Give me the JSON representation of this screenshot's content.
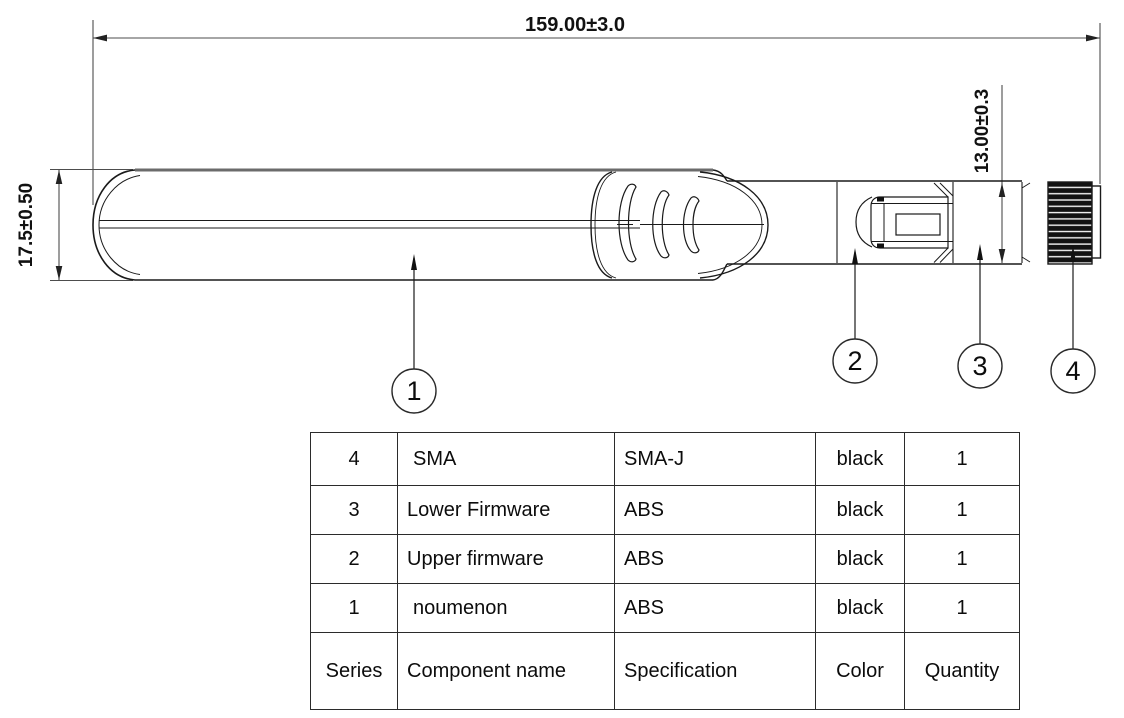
{
  "drawing": {
    "dims": {
      "overall_length": "159.00±3.0",
      "body_height": "17.5±0.50",
      "connector_height": "13.00±0.3"
    },
    "balloons": [
      "1",
      "2",
      "3",
      "4"
    ]
  },
  "table": {
    "rows": [
      {
        "series": "4",
        "component": "SMA",
        "spec": "SMA-J",
        "color": "black",
        "qty": "1"
      },
      {
        "series": "3",
        "component": "Lower Firmware",
        "spec": "ABS",
        "color": "black",
        "qty": "1"
      },
      {
        "series": "2",
        "component": "Upper firmware",
        "spec": "ABS",
        "color": "black",
        "qty": "1"
      },
      {
        "series": "1",
        "component": "noumenon",
        "spec": "ABS",
        "color": "black",
        "qty": "1"
      }
    ],
    "footer": {
      "series": "Series",
      "component": "Component name",
      "spec": "Specification",
      "color": "Color",
      "qty": "Quantity"
    }
  }
}
